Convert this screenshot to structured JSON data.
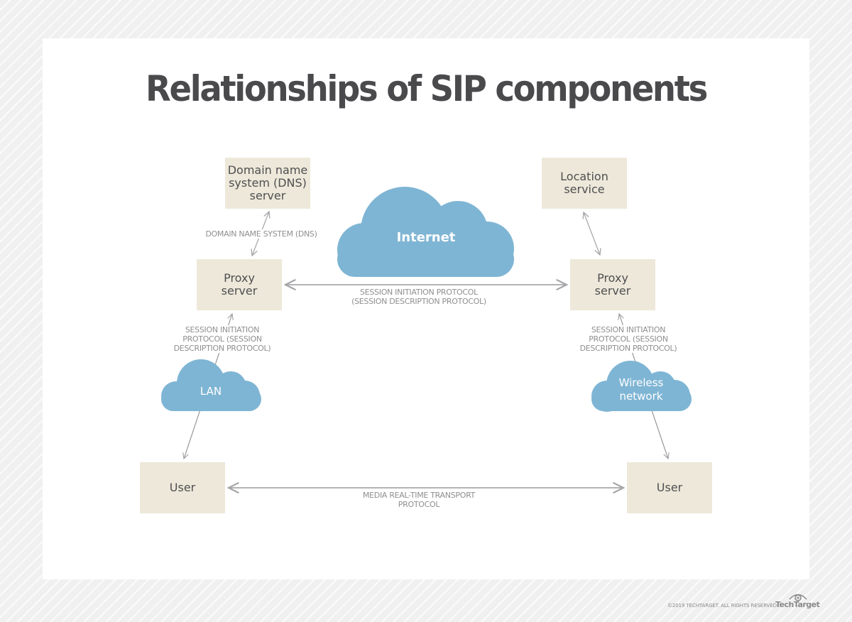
{
  "title": "Relationships of SIP components",
  "colors": {
    "box_fill": "#ede8d9",
    "cloud_fill": "#7fb5d4",
    "connector": "#a5a5a8",
    "label_text": "#8f8f92",
    "title_text": "#4a4a4d"
  },
  "nodes": {
    "dns_server": "Domain name\nsystem (DNS)\nserver",
    "location_service": "Location\nservice",
    "proxy_left": "Proxy\nserver",
    "proxy_right": "Proxy\nserver",
    "user_left": "User",
    "user_right": "User"
  },
  "clouds": {
    "internet": "Internet",
    "lan": "LAN",
    "wireless": "Wireless\nnetwork"
  },
  "connections": {
    "dns_link": "DOMAIN NAME SYSTEM (DNS)",
    "proxy_to_proxy": "SESSION INITIATION PROTOCOL\n(SESSION DESCRIPTION PROTOCOL)",
    "left_proxy_lan": "SESSION INITIATION\nPROTOCOL (SESSION\nDESCRIPTION PROTOCOL)",
    "right_proxy_wireless": "SESSION INITIATION\nPROTOCOL (SESSION\nDESCRIPTION PROTOCOL)",
    "user_to_user": "MEDIA REAL-TIME TRANSPORT\nPROTOCOL"
  },
  "footer": {
    "copyright": "©2019 TECHTARGET. ALL RIGHTS RESERVED",
    "logo": "TechTarget",
    "logo_icon": "eye-icon"
  }
}
